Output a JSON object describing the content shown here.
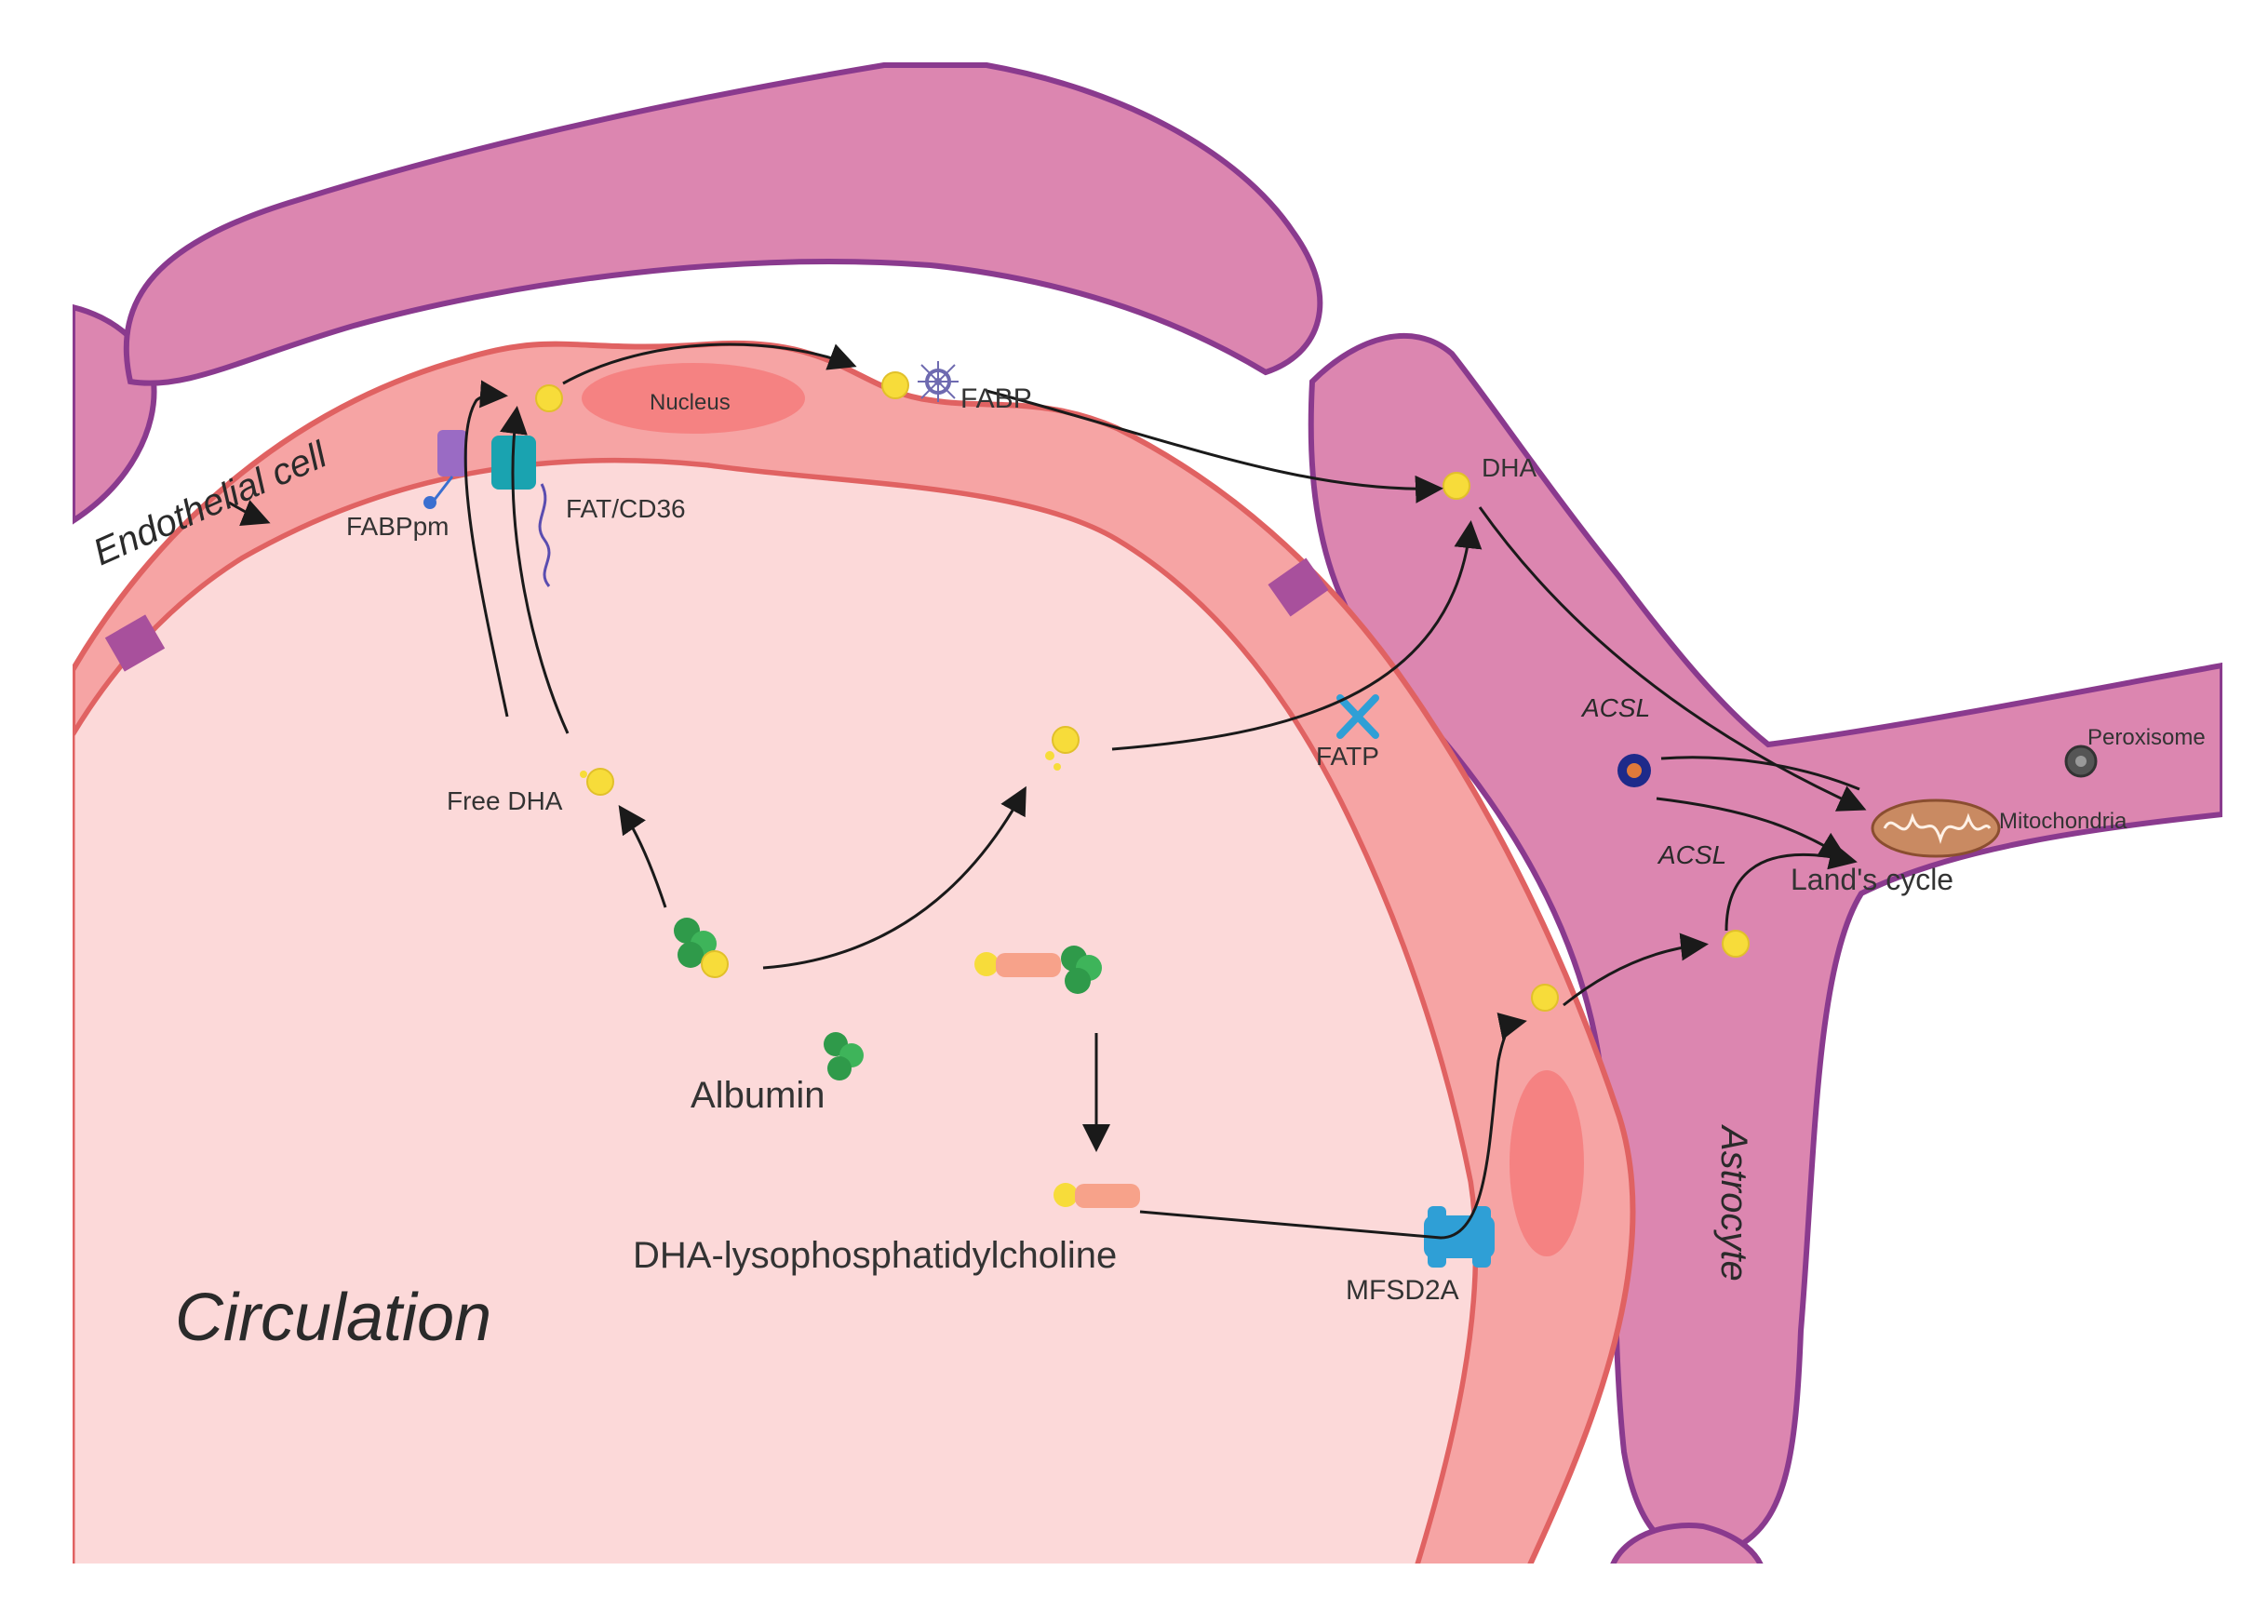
{
  "labels": {
    "endothelial_cell": "Endothelial cell",
    "nucleus": "Nucleus",
    "fabp": "FABP",
    "fabppm": "FABPpm",
    "fat_cd36": "FAT/CD36",
    "dha": "DHA",
    "acsl_top": "ACSL",
    "acsl_bottom": "ACSL",
    "peroxisome": "Peroxisome",
    "mitochondria": "Mitochondria",
    "lands_cycle": "Land's cycle",
    "fatp": "FATP",
    "free_dha": "Free DHA",
    "albumin": "Albumin",
    "dha_lpc": "DHA-lysophosphatidylcholine",
    "mfsd2a": "MFSD2A",
    "circulation": "Circulation",
    "astrocyte": "Astrocyte"
  },
  "colors": {
    "astrocyte_fill": "#dc86b0",
    "astrocyte_stroke": "#8a3a8e",
    "endothelium_fill": "#f6a4a4",
    "endothelium_stroke": "#e06262",
    "circulation_fill": "#fcd9d9",
    "nucleus_fill": "#f47c7c",
    "junction": "#a8509c",
    "dha_molecule": "#f7dc3a",
    "albumin": "#2f9a4a",
    "transporter_blue": "#2f9fd6",
    "cd36_teal": "#1aa3b0",
    "fabppm_purple": "#9a6bc4",
    "mitochondria": "#c98a62",
    "arrow": "#1a1a1a"
  }
}
